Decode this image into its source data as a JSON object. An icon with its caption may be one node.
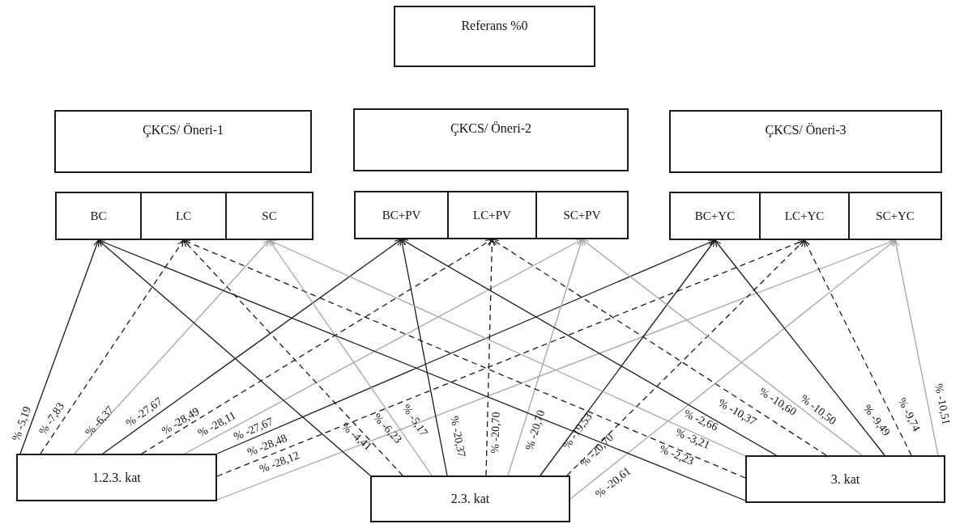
{
  "diagram": {
    "nodes": [
      {
        "text": [
          "Referans %0"
        ]
      },
      {
        "text": [
          "ÇKCS/ Öneri-1"
        ]
      },
      {
        "text": [
          "ÇKCS/ Öneri-2"
        ]
      },
      {
        "text": [
          "ÇKCS/ Öneri-3"
        ]
      },
      {
        "text": [
          "BC"
        ]
      },
      {
        "text": [
          "LC"
        ]
      },
      {
        "text": [
          "SC"
        ]
      },
      {
        "text": [
          "BC+PV"
        ]
      },
      {
        "text": [
          "LC+PV"
        ]
      },
      {
        "text": [
          "SC+PV"
        ]
      },
      {
        "text": [
          "BC+YC"
        ]
      },
      {
        "text": [
          "LC+YC"
        ]
      },
      {
        "text": [
          "SC+YC"
        ]
      },
      {
        "text": [
          "1.2.3. kat"
        ]
      },
      {
        "text": [
          "2.3. kat"
        ]
      },
      {
        "text": [
          "3. kat"
        ]
      }
    ],
    "edges": [
      {
        "from": 13,
        "to": 4,
        "arrow": "to",
        "label": "% -5,19"
      },
      {
        "from": 13,
        "to": 5,
        "arrow": "to",
        "label": "% -7,83",
        "style": "dashed"
      },
      {
        "from": 13,
        "to": 6,
        "arrow": "to",
        "label": "% -6,37",
        "color": "#a6a6a6"
      },
      {
        "from": 13,
        "to": 7,
        "arrow": "to",
        "label": "% -27,67"
      },
      {
        "from": 13,
        "to": 8,
        "arrow": "to",
        "label": "% -28,49",
        "style": "dashed"
      },
      {
        "from": 13,
        "to": 9,
        "arrow": "to",
        "label": "% -28,11",
        "color": "#a6a6a6"
      },
      {
        "from": 13,
        "to": 10,
        "arrow": "to",
        "label": "% -27,67"
      },
      {
        "from": 13,
        "to": 11,
        "arrow": "to",
        "label": "% -28,48",
        "style": "dashed"
      },
      {
        "from": 13,
        "to": 12,
        "arrow": "to",
        "label": "% -28,12",
        "color": "#a6a6a6"
      },
      {
        "from": 14,
        "to": 4,
        "arrow": "to",
        "label": "% -4,41"
      },
      {
        "from": 14,
        "to": 5,
        "arrow": "to",
        "label": "% -6,23",
        "style": "dashed"
      },
      {
        "from": 14,
        "to": 6,
        "arrow": "to",
        "label": "% -5,17",
        "color": "#a6a6a6"
      },
      {
        "from": 14,
        "to": 7,
        "arrow": "to",
        "label": "% -20,37"
      },
      {
        "from": 14,
        "to": 8,
        "arrow": "to",
        "label": "% -20,70",
        "style": "dashed"
      },
      {
        "from": 14,
        "to": 9,
        "arrow": "to",
        "label": "% -20,70",
        "color": "#a6a6a6"
      },
      {
        "from": 14,
        "to": 10,
        "arrow": "to",
        "label": "% -19,53"
      },
      {
        "from": 14,
        "to": 11,
        "arrow": "to",
        "label": "% -20,70",
        "style": "dashed"
      },
      {
        "from": 14,
        "to": 12,
        "arrow": "to",
        "label": "% -20,61",
        "color": "#a6a6a6"
      },
      {
        "from": 15,
        "to": 4,
        "arrow": "to",
        "label": "% -2,23"
      },
      {
        "from": 15,
        "to": 5,
        "arrow": "to",
        "label": "% -3,21",
        "style": "dashed"
      },
      {
        "from": 15,
        "to": 6,
        "arrow": "to",
        "label": "% -2,66",
        "color": "#a6a6a6"
      },
      {
        "from": 15,
        "to": 7,
        "arrow": "to",
        "label": "% -10,37"
      },
      {
        "from": 15,
        "to": 8,
        "arrow": "to",
        "label": "% -10,60",
        "style": "dashed"
      },
      {
        "from": 15,
        "to": 9,
        "arrow": "to",
        "label": "% -10,50",
        "color": "#a6a6a6"
      },
      {
        "from": 15,
        "to": 10,
        "arrow": "to",
        "label": "% -9,49"
      },
      {
        "from": 15,
        "to": 11,
        "arrow": "to",
        "label": "% -9,74",
        "style": "dashed"
      },
      {
        "from": 15,
        "to": 12,
        "arrow": "to",
        "label": "% -10,51",
        "color": "#a6a6a6"
      }
    ]
  }
}
